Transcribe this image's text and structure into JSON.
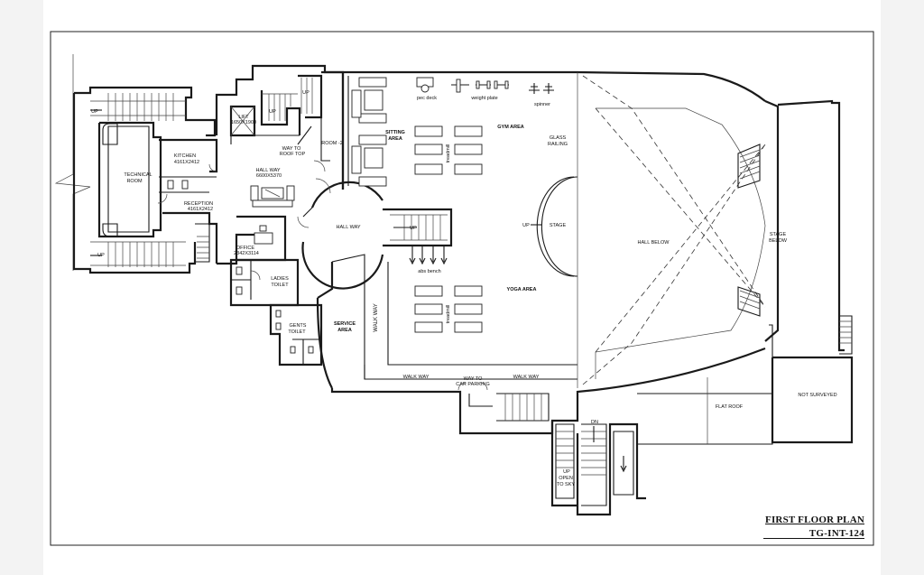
{
  "title_block": {
    "plan_title": "FIRST FLOOR PLAN",
    "drawing_no": "TG-INT-124"
  },
  "labels": {
    "technical_room": [
      "TECHNICAL",
      "ROOM"
    ],
    "kitchen": [
      "KITCHEN",
      "4161X2412"
    ],
    "reception": [
      "RECEPTION",
      "4161X2412"
    ],
    "lift": [
      "LIFT",
      "1650X1900"
    ],
    "way_to_roof": [
      "WAY TO",
      "ROOF TOP"
    ],
    "room2": "ROOM -2",
    "hallway_main": [
      "HALL WAY",
      "6600X5370"
    ],
    "hallway_circle": "HALL WAY",
    "office": [
      "OFFICE",
      "2342X3114"
    ],
    "ladies_toilet": [
      "LADIES",
      "TOILET"
    ],
    "gents_toilet": [
      "GENTS",
      "TOILET"
    ],
    "service_area": [
      "SERVICE",
      "AREA"
    ],
    "walk_way_vertical": "WALK WAY",
    "walk_way_left": "WALK WAY",
    "walk_way_right": "WALK WAY",
    "way_to_parking": [
      "WAY TO",
      "CAR PARKING"
    ],
    "sitting_area": [
      "SITTING",
      "AREA"
    ],
    "pec_deck": "pec deck",
    "weight_plate": "weight plate",
    "spinner": "spinner",
    "gym_area": "GYM AREA",
    "treadmill_top": "treadmill",
    "treadmill_bottom": "treadmill",
    "glass_railing": [
      "GLASS",
      "RAILING"
    ],
    "abs_bench": "abs bench",
    "yoga_area": "YOGA AREA",
    "stage": "STAGE",
    "hall_below": "HALL BELOW",
    "stage_below": [
      "STAGE",
      "BELOW"
    ],
    "flat_roof": "FLAT ROOF",
    "not_surveyed": "NOT SURVEYED",
    "open_to_sky": [
      "OPEN",
      "TO SKY"
    ],
    "up": "UP",
    "dn": "DN"
  }
}
